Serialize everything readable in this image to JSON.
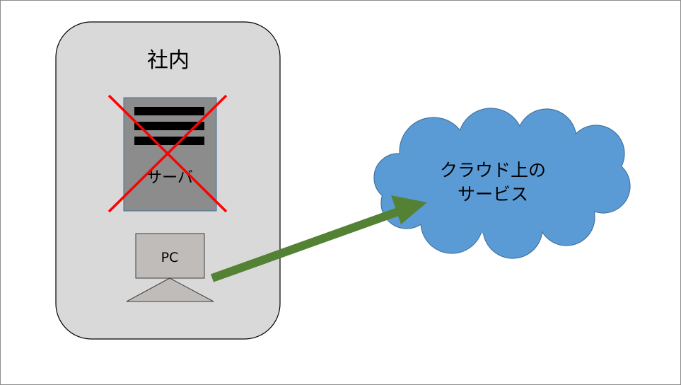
{
  "office": {
    "title": "社内",
    "fill": "#d9d9d9",
    "stroke": "#000000"
  },
  "server": {
    "label": "サーバ",
    "fill": "#8c8c8c",
    "stroke": "#41719c",
    "slot_color": "#000000",
    "status": "crossed-out",
    "cross_color": "#ff0000"
  },
  "pc": {
    "label": "PC",
    "fill": "#c0bcba",
    "stroke": "#404040"
  },
  "cloud": {
    "label_line1": "クラウド上の",
    "label_line2": "サービス",
    "fill": "#5b9bd5",
    "stroke": "#41719c"
  },
  "arrow": {
    "color": "#548235"
  }
}
